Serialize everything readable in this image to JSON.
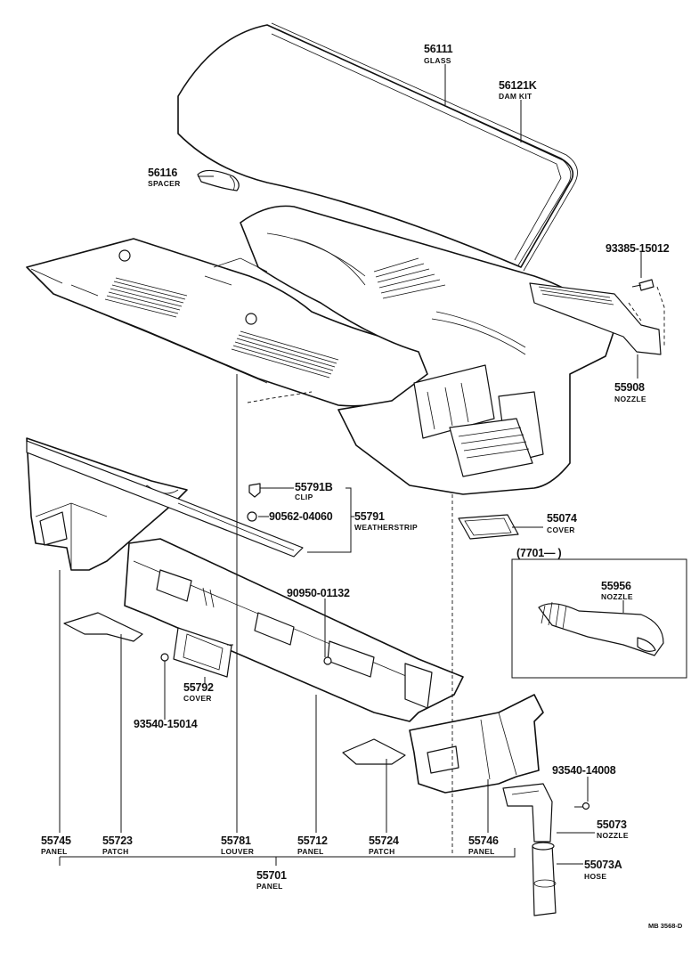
{
  "parts": [
    {
      "id": "p56111",
      "number": "56111",
      "name": "GLASS"
    },
    {
      "id": "p56121K",
      "number": "56121K",
      "name": "DAM KIT"
    },
    {
      "id": "p56116",
      "number": "56116",
      "name": "SPACER"
    },
    {
      "id": "p93385",
      "number": "93385-15012",
      "name": ""
    },
    {
      "id": "p55908",
      "number": "55908",
      "name": "NOZZLE"
    },
    {
      "id": "p55791B",
      "number": "55791B",
      "name": "CLIP"
    },
    {
      "id": "p90562",
      "number": "90562-04060",
      "name": ""
    },
    {
      "id": "p55791",
      "number": "55791",
      "name": "WEATHERSTRIP"
    },
    {
      "id": "p55074",
      "number": "55074",
      "name": "COVER"
    },
    {
      "id": "p55956",
      "number": "55956",
      "name": "NOZZLE"
    },
    {
      "id": "p90950",
      "number": "90950-01132",
      "name": ""
    },
    {
      "id": "p55792",
      "number": "55792",
      "name": "COVER"
    },
    {
      "id": "p93540a",
      "number": "93540-15014",
      "name": ""
    },
    {
      "id": "p93540b",
      "number": "93540-14008",
      "name": ""
    },
    {
      "id": "p55073",
      "number": "55073",
      "name": "NOZZLE"
    },
    {
      "id": "p55073A",
      "number": "55073A",
      "name": "HOSE"
    },
    {
      "id": "p55745",
      "number": "55745",
      "name": "PANEL"
    },
    {
      "id": "p55723",
      "number": "55723",
      "name": "PATCH"
    },
    {
      "id": "p55781",
      "number": "55781",
      "name": "LOUVER"
    },
    {
      "id": "p55712",
      "number": "55712",
      "name": "PANEL"
    },
    {
      "id": "p55724",
      "number": "55724",
      "name": "PATCH"
    },
    {
      "id": "p55746",
      "number": "55746",
      "name": "PANEL"
    },
    {
      "id": "p55701",
      "number": "55701",
      "name": "PANEL"
    }
  ],
  "inset_label": "(7701—        )",
  "drawing_code": "MB 3568-D"
}
